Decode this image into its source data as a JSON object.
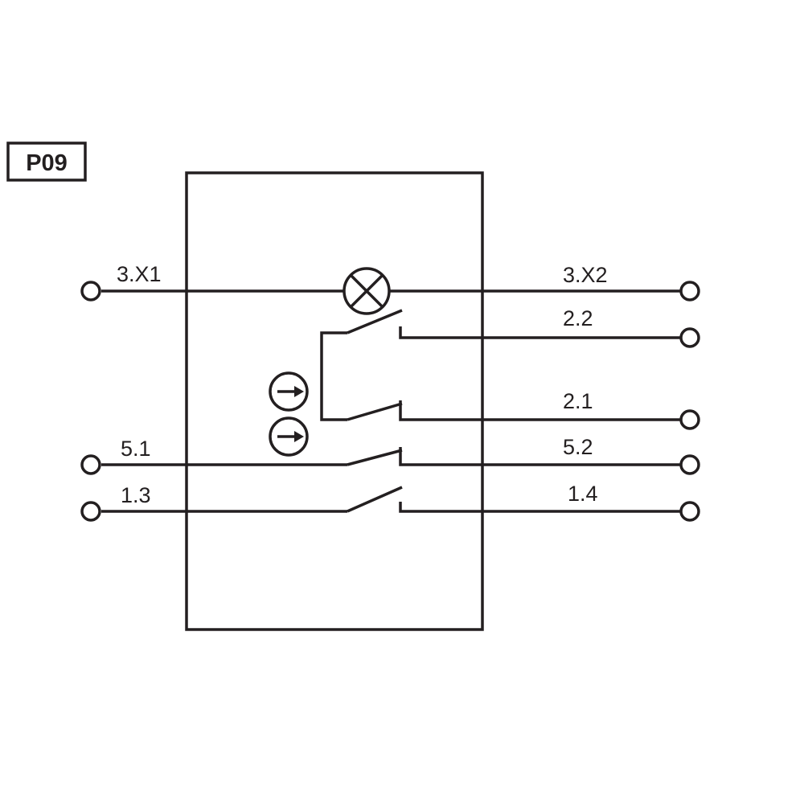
{
  "diagram": {
    "code": "P09",
    "colors": {
      "ink": "#231f20",
      "background": "#ffffff"
    },
    "terminals": {
      "left_3x1": "3.X1",
      "right_3x2": "3.X2",
      "right_22": "2.2",
      "right_21": "2.1",
      "left_51": "5.1",
      "right_52": "5.2",
      "left_13": "1.3",
      "right_14": "1.4"
    },
    "icons": [
      "lamp-icon",
      "arrow-indicator-icon"
    ]
  }
}
